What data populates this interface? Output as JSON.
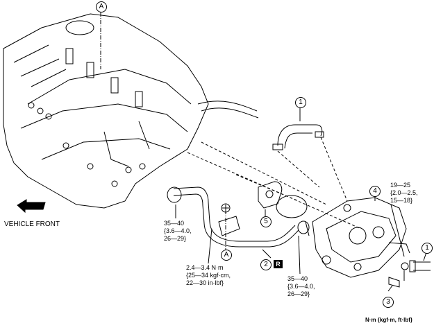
{
  "callouts": {
    "c1_top": "1",
    "c1_right": "1",
    "c2": "2",
    "c3": "3",
    "c4": "4",
    "c5": "5",
    "a_top": "A",
    "a_bottom": "A"
  },
  "vehicle_front": "VEHICLE FRONT",
  "torque_left": "35—40\n{3.6—4.0,\n26—29}",
  "torque_center": "2.4—3.4 N·m\n{25—34 kgf·cm,\n22—30 in·lbf}",
  "replace_mark": "R",
  "torque_right": "35—40\n{3.6—4.0,\n26—29}",
  "torque_pump": "19—25\n{2.0—2.5,\n15—18}",
  "units": "N·m {kgf·m, ft·lbf}"
}
